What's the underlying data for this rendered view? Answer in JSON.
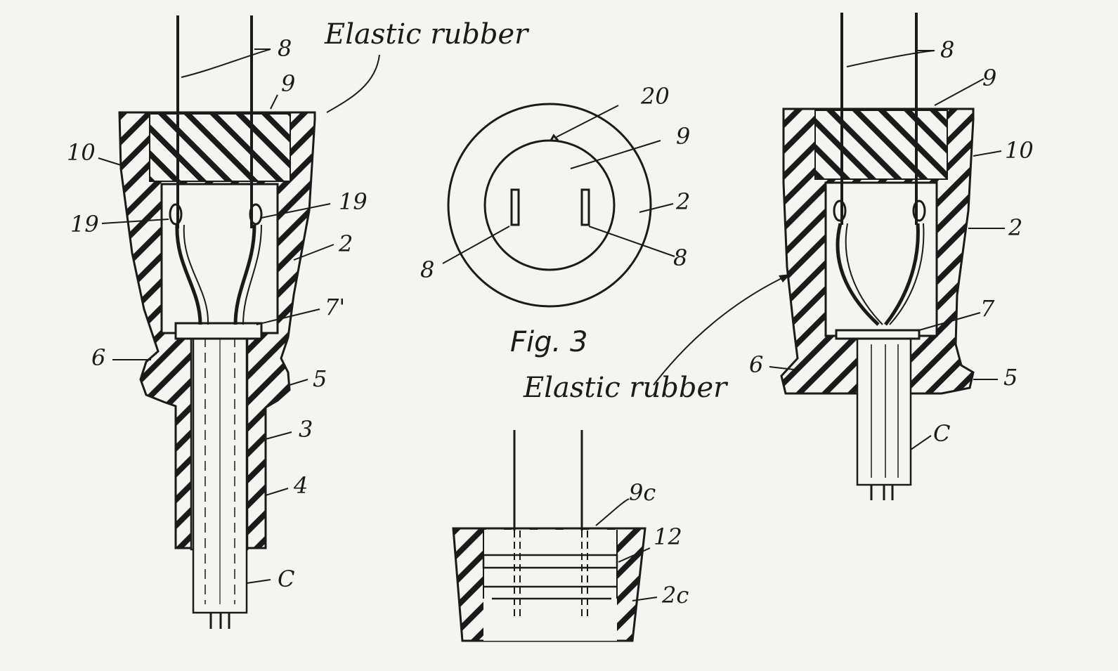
{
  "diagram": {
    "figure_title": "Fig. 3",
    "annotations": {
      "top_material": "Elastic rubber",
      "middle_material": "Elastic rubber"
    },
    "left_view_labels": [
      "8",
      "9",
      "10",
      "19",
      "19",
      "2",
      "7'",
      "6",
      "5",
      "3",
      "4",
      "C"
    ],
    "center_view_labels": [
      "20",
      "9",
      "2",
      "8",
      "8"
    ],
    "right_view_labels": [
      "8",
      "9",
      "10",
      "2",
      "7",
      "6",
      "5",
      "C"
    ],
    "bottom_view_labels": [
      "9c",
      "12",
      "2c"
    ],
    "colors": {
      "ink": "#1a1a1a",
      "paper": "#f4f4f1"
    }
  }
}
